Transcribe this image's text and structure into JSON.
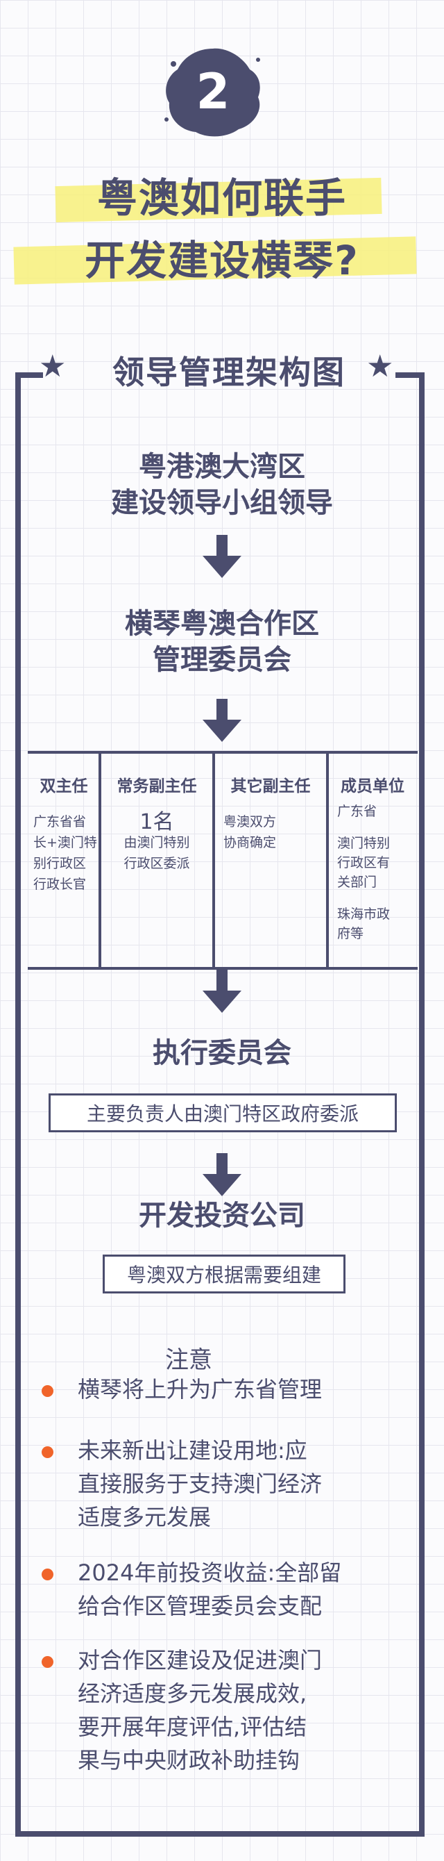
{
  "badge": {
    "number": "2"
  },
  "title": {
    "line1": "粤澳如何联手",
    "line2": "开发建设横琴?"
  },
  "section_title": "领导管理架构图",
  "flow": {
    "node1": [
      "粤港澳大湾区",
      "建设领导小组领导"
    ],
    "node2": [
      "横琴粤澳合作区",
      "管理委员会"
    ],
    "columns": [
      {
        "head": "双主任",
        "lines": [
          "广东省省",
          "长+澳门特",
          "别行政区",
          "行政长官"
        ]
      },
      {
        "head": "常务副主任",
        "big": "1名",
        "lines": [
          "由澳门特别",
          "行政区委派"
        ]
      },
      {
        "head": "其它副主任",
        "lines": [
          "粤澳双方",
          "协商确定"
        ]
      },
      {
        "head": "成员单位",
        "lines": [
          "广东省",
          "",
          "澳门特别",
          "行政区有",
          "关部门",
          "",
          "珠海市政",
          "府等"
        ]
      }
    ],
    "node3": "执行委员会",
    "node3_box": "主要负责人由澳门特区政府委派",
    "node4": "开发投资公司",
    "node4_box": "粤澳双方根据需要组建"
  },
  "notes": {
    "title": "注意",
    "items": [
      [
        "横琴将上升为广东省管理"
      ],
      [
        "未来新出让建设用地:应",
        "直接服务于支持澳门经济",
        "适度多元发展"
      ],
      [
        "2024年前投资收益:全部留",
        "给合作区管理委员会支配"
      ],
      [
        "对合作区建设及促进澳门",
        "经济适度多元发展成效,",
        "要开展年度评估,评估结",
        "果与中央财政补助挂钩"
      ]
    ]
  },
  "colors": {
    "navy": "#4b4d6e",
    "highlight": "#f7f07a",
    "bullet": "#f0642a"
  }
}
